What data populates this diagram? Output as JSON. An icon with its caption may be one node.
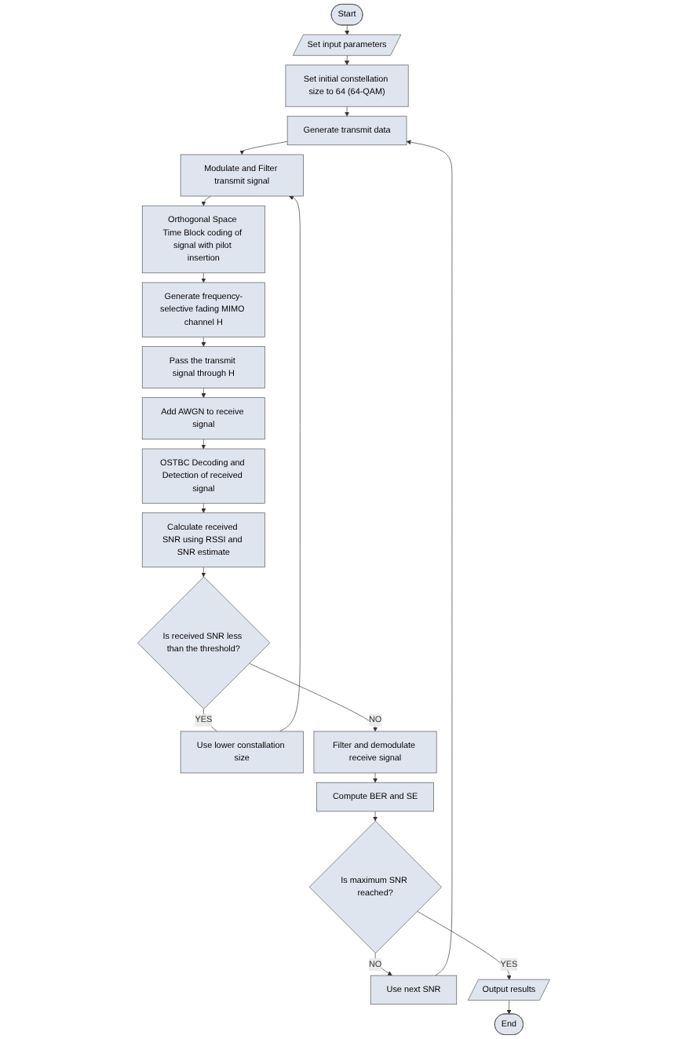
{
  "diagram": {
    "nodes": [
      {
        "text": [
          "Start"
        ]
      },
      {
        "text": [
          "Set input parameters"
        ]
      },
      {
        "text": [
          "Set initial constellation size to 64 (64-QAM)"
        ]
      },
      {
        "text": [
          "Generate transmit data"
        ]
      },
      {
        "text": [
          "Modulate and Filter transmit signal"
        ]
      },
      {
        "text": [
          "Orthogonal Space Time Block coding of signal with pilot insertion"
        ]
      },
      {
        "text": [
          "Generate frequency-selective fading MIMO channel H"
        ]
      },
      {
        "text": [
          "Pass the transmit signal through H"
        ]
      },
      {
        "text": [
          "Add AWGN to receive signal"
        ]
      },
      {
        "text": [
          "OSTBC Decoding and Detection of received signal"
        ]
      },
      {
        "text": [
          "Calculate received SNR using RSSI and SNR estimate"
        ]
      },
      {
        "text": [
          "Use lower constallation size"
        ]
      },
      {
        "text": [
          "Is received SNR less than the threshold?"
        ]
      },
      {
        "text": [
          "Filter and demodulate receive signal"
        ]
      },
      {
        "text": [
          "Compute BER and SE"
        ]
      },
      {
        "text": [
          "Use next SNR"
        ]
      },
      {
        "text": [
          "Is maximum SNR reached?"
        ]
      },
      {
        "text": [
          "Output results"
        ]
      },
      {
        "text": [
          "End"
        ]
      }
    ],
    "edges": [
      {
        "from": 0,
        "to": 1,
        "arrow": "to"
      },
      {
        "from": 1,
        "to": 2,
        "arrow": "to"
      },
      {
        "from": 2,
        "to": 3,
        "arrow": "to"
      },
      {
        "from": 3,
        "to": 4,
        "arrow": "to"
      },
      {
        "from": 4,
        "to": 5,
        "arrow": "to"
      },
      {
        "from": 5,
        "to": 6,
        "arrow": "to"
      },
      {
        "from": 6,
        "to": 7,
        "arrow": "to"
      },
      {
        "from": 7,
        "to": 8,
        "arrow": "to"
      },
      {
        "from": 8,
        "to": 9,
        "arrow": "to"
      },
      {
        "from": 9,
        "to": 10,
        "arrow": "to"
      },
      {
        "from": 10,
        "to": 12,
        "arrow": "to"
      },
      {
        "from": 12,
        "to": 11,
        "label": "YES",
        "arrow": "none"
      },
      {
        "from": 11,
        "to": 4,
        "arrow": "to"
      },
      {
        "from": 12,
        "to": 13,
        "label": "NO",
        "arrow": "to"
      },
      {
        "from": 13,
        "to": 14,
        "arrow": "to"
      },
      {
        "from": 14,
        "to": 16,
        "arrow": "to"
      },
      {
        "from": 16,
        "to": 15,
        "label": "NO",
        "arrow": "to"
      },
      {
        "from": 15,
        "to": 3,
        "arrow": "to"
      },
      {
        "from": 16,
        "to": 17,
        "label": "YES",
        "arrow": "to"
      },
      {
        "from": 17,
        "to": 18,
        "arrow": "to"
      }
    ]
  }
}
